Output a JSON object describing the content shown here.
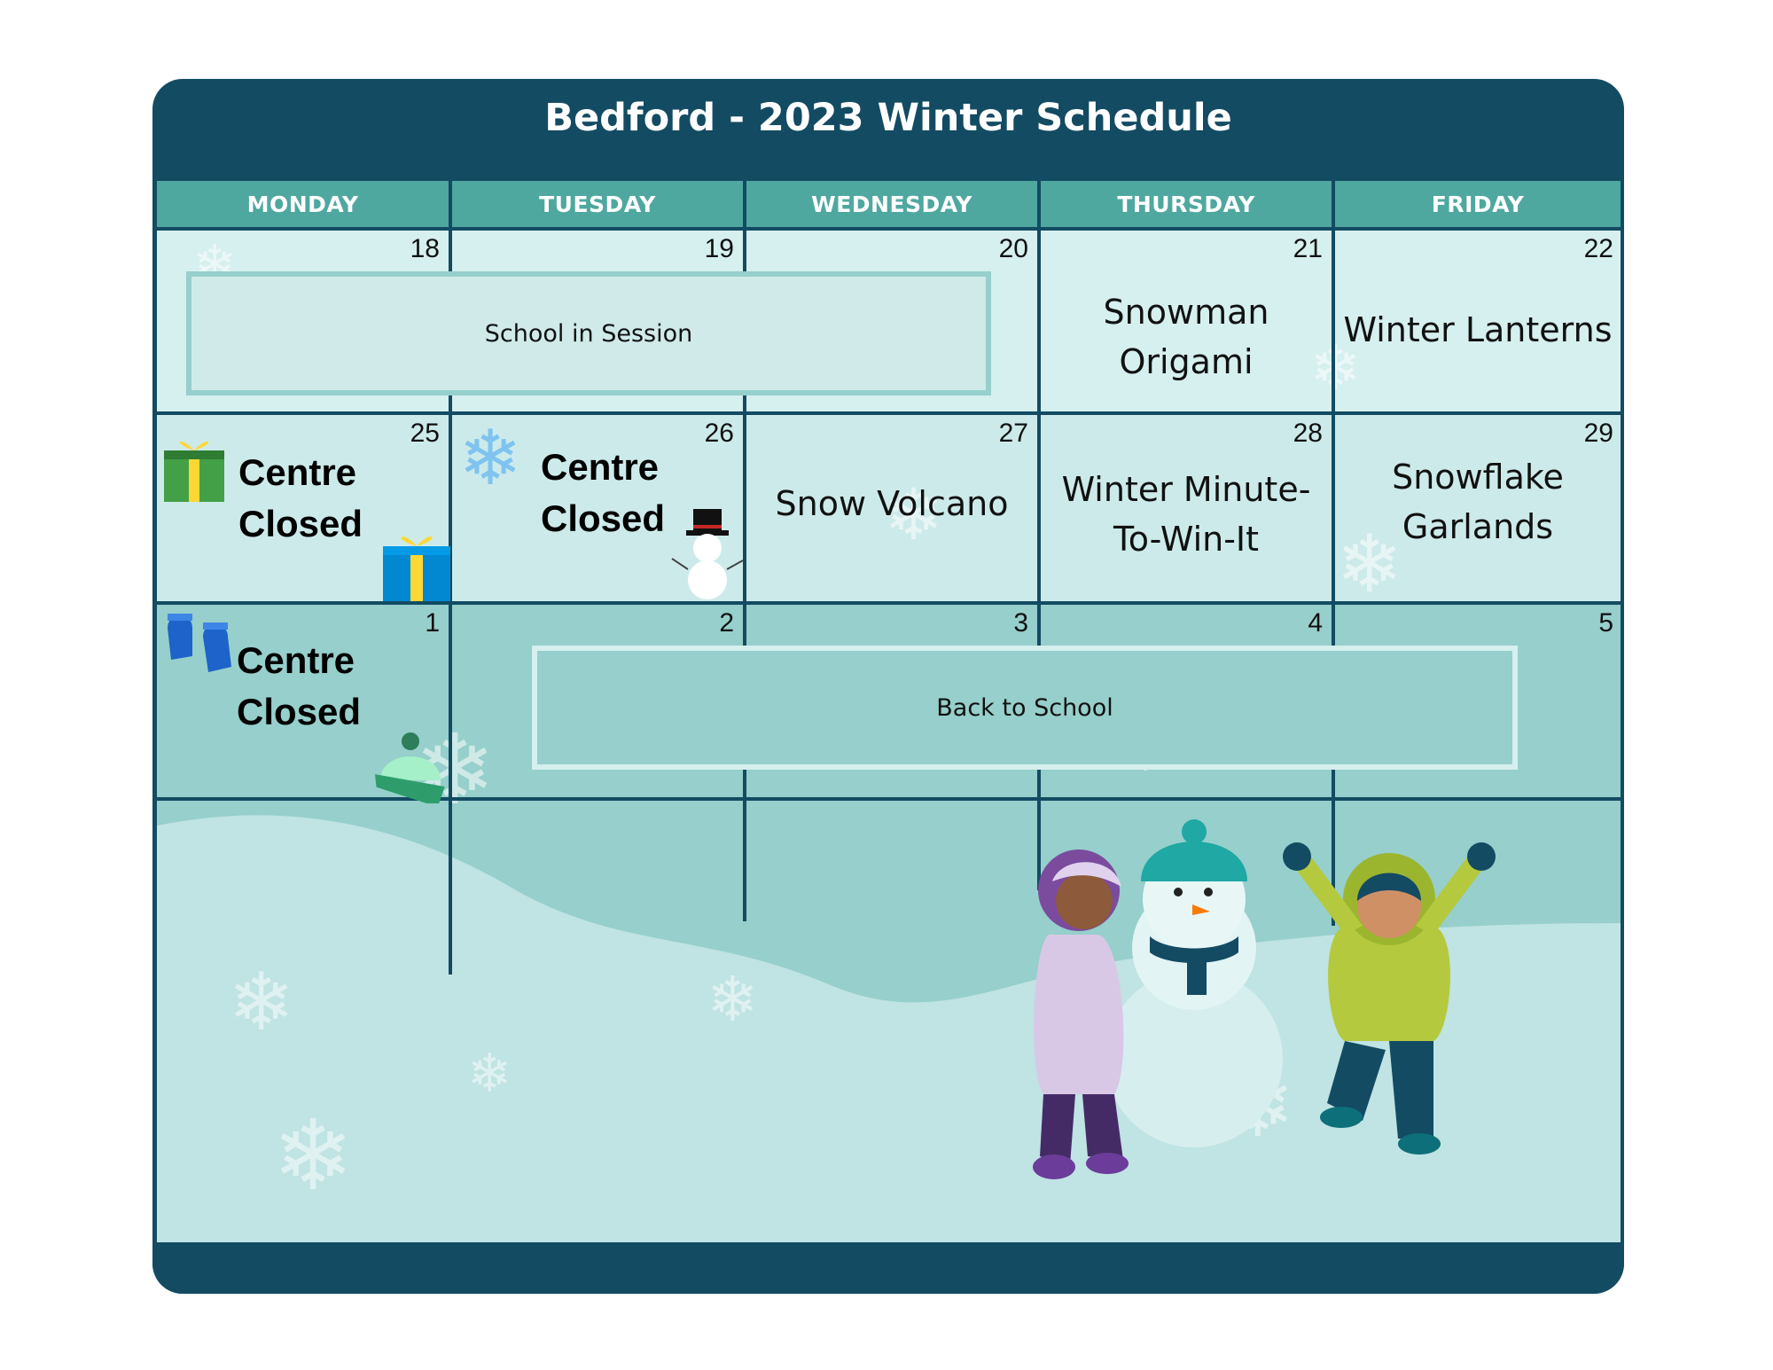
{
  "schedule": {
    "title": "Bedford - 2023 Winter Schedule",
    "days": [
      "MONDAY",
      "TUESDAY",
      "WEDNESDAY",
      "THURSDAY",
      "FRIDAY"
    ],
    "week1": {
      "dates": [
        "18",
        "19",
        "20",
        "21",
        "22"
      ],
      "banner": "School in Session",
      "thursday_event": "Snowman Origami",
      "friday_event": "Winter Lanterns"
    },
    "week2": {
      "dates": [
        "25",
        "26",
        "27",
        "28",
        "29"
      ],
      "monday_event": "Centre Closed",
      "tuesday_event": "Centre Closed",
      "wednesday_event": "Snow Volcano",
      "thursday_event": "Winter Minute-To-Win-It",
      "friday_event": "Snowflake Garlands"
    },
    "week3": {
      "dates": [
        "1",
        "2",
        "3",
        "4",
        "5"
      ],
      "monday_event": "Centre Closed",
      "banner": "Back to School"
    }
  },
  "icons": [
    "gift-icon",
    "snowflake-icon",
    "snowman-icon",
    "mittens-icon",
    "winter-hat-icon"
  ],
  "colors": {
    "frame": "#134b63",
    "header": "#4fa8a0",
    "row_light": "#d6efef",
    "row_teal": "#96cfcb"
  }
}
